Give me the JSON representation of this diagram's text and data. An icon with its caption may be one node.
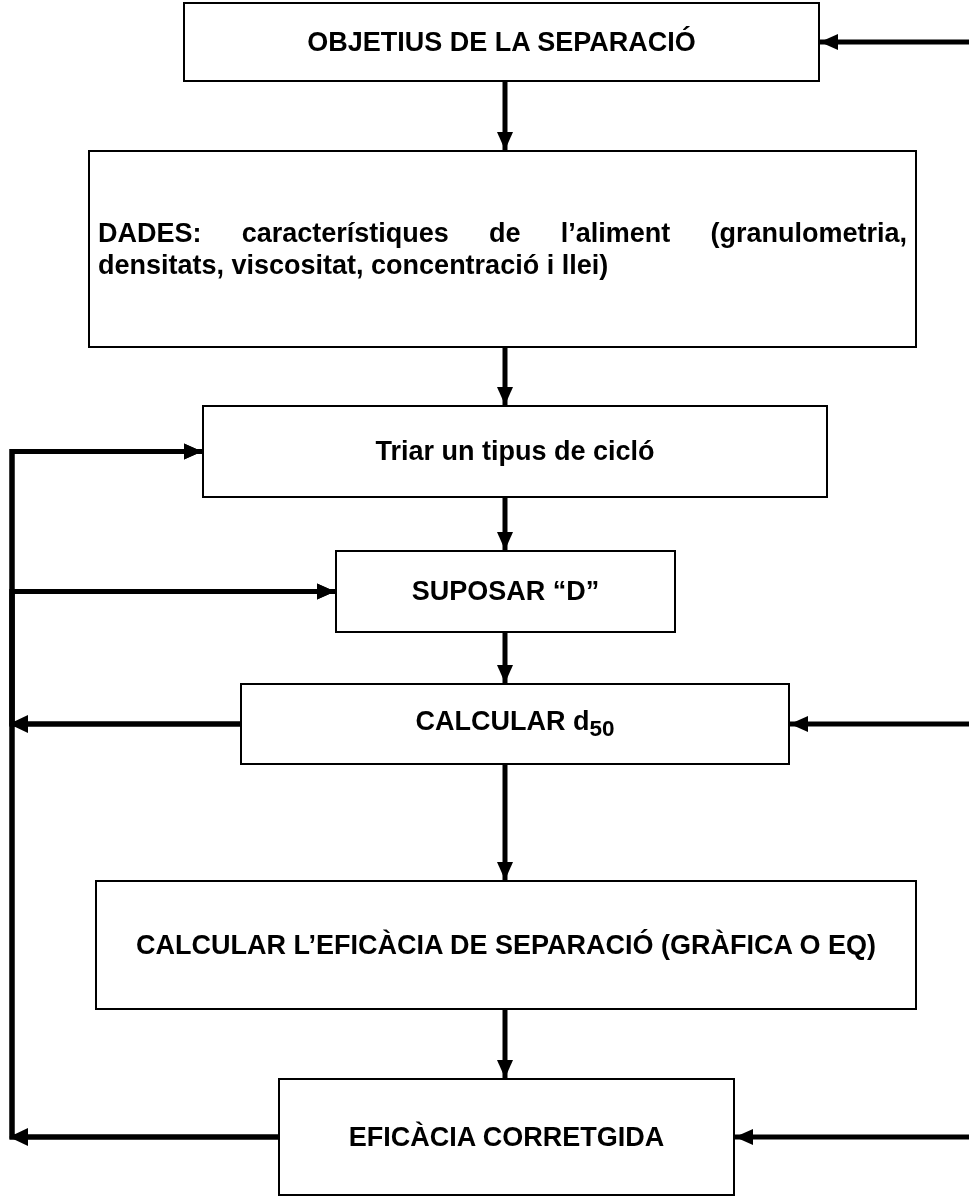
{
  "diagram": {
    "nodes": [
      {
        "text": [
          "OBJETIUS DE LA SEPARACIÓ"
        ]
      },
      {
        "text": [
          "DADES: característiques de l’aliment (granulometria, densitats, viscositat, concentració i llei)"
        ]
      },
      {
        "text": [
          "Triar un tipus de cicló"
        ]
      },
      {
        "text": [
          "SUPOSAR “D”"
        ]
      },
      {
        "text": [
          "CALCULAR  d$_{50}$"
        ]
      },
      {
        "text": [
          "CALCULAR L’EFICÀCIA DE SEPARACIÓ (GRÀFICA O EQ)"
        ]
      },
      {
        "text": [
          "EFICÀCIA CORRETGIDA"
        ]
      }
    ],
    "edges": [
      {
        "from": null,
        "to": 0,
        "arrow": "to"
      },
      {
        "from": 0,
        "to": 1,
        "arrow": "to"
      },
      {
        "from": 1,
        "to": 2,
        "arrow": "to"
      },
      {
        "from": 2,
        "to": 3,
        "arrow": "to"
      },
      {
        "from": 3,
        "to": 4,
        "arrow": "to"
      },
      {
        "from": null,
        "to": 4,
        "arrow": "to"
      },
      {
        "from": 4,
        "to": 5,
        "arrow": "to"
      },
      {
        "from": 5,
        "to": 6,
        "arrow": "to"
      },
      {
        "from": null,
        "to": 6,
        "arrow": "to"
      },
      {
        "from": 4,
        "to": 2,
        "arrow": "to"
      },
      {
        "from": 4,
        "to": 3,
        "arrow": "to"
      },
      {
        "from": 6,
        "to": 2,
        "arrow": "to"
      },
      {
        "from": 6,
        "to": 3,
        "arrow": "to"
      }
    ]
  }
}
